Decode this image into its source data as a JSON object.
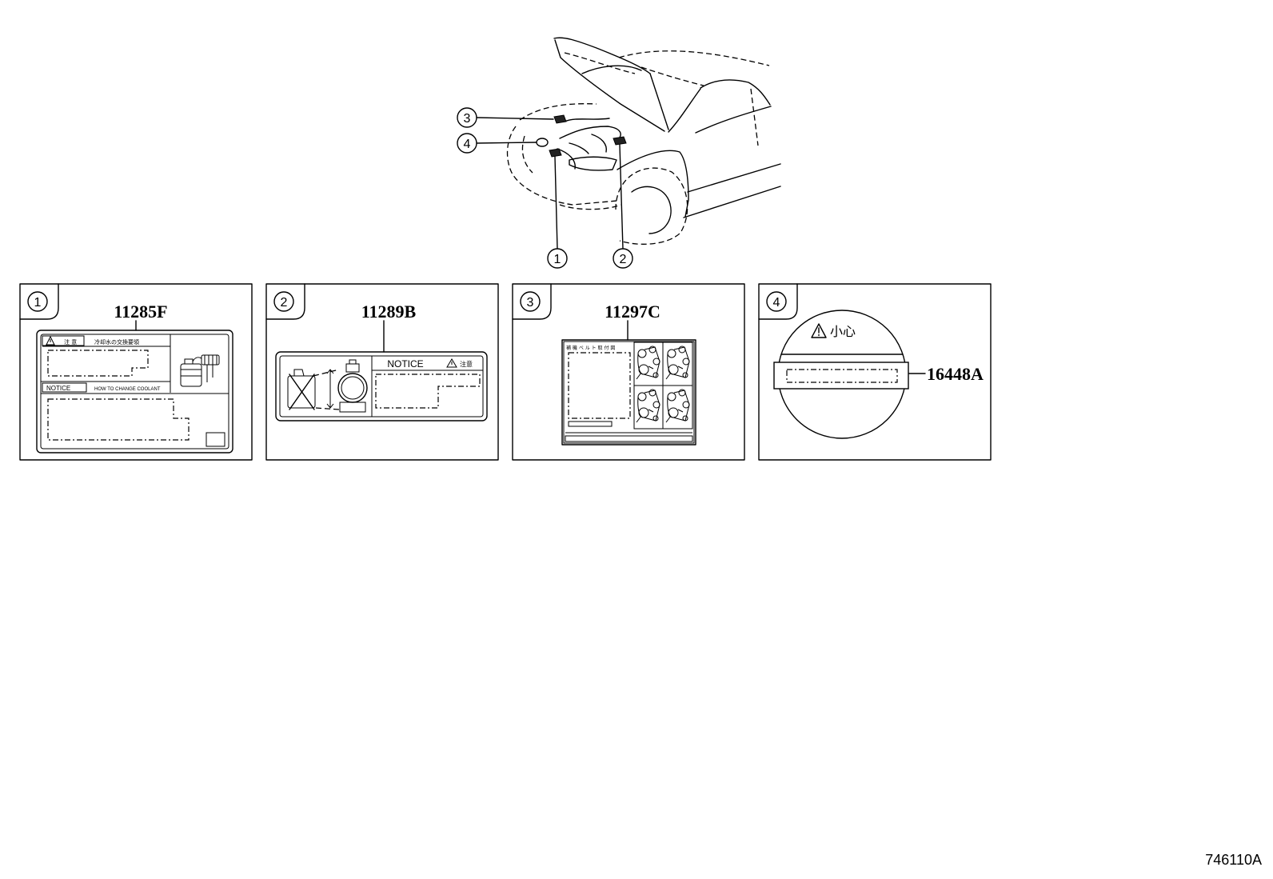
{
  "car_callouts": [
    "3",
    "4",
    "1",
    "2"
  ],
  "panels": [
    {
      "num": "1",
      "part": "11285F",
      "label": {
        "caution": "注 意",
        "title_jp": "冷却水の交換要領",
        "notice": "NOTICE",
        "title_en": "HOW TO CHANGE COOLANT"
      }
    },
    {
      "num": "2",
      "part": "11289B",
      "label": {
        "notice": "NOTICE",
        "caution": "注意"
      }
    },
    {
      "num": "3",
      "part": "11297C",
      "label": {
        "title_jp": "補 機 ベ ル ト 取 付 図"
      }
    },
    {
      "num": "4",
      "part": "16448A",
      "label": {
        "caution": "小心"
      }
    }
  ],
  "diagram_id": "746110A",
  "colors": {
    "ink": "#000000",
    "background": "#ffffff"
  }
}
